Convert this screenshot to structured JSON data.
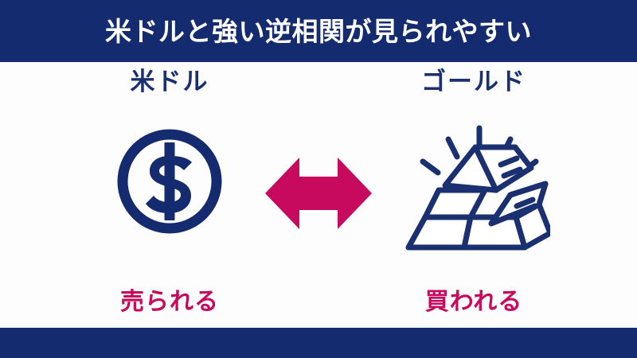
{
  "header": {
    "title": "米ドルと強い逆相関が見られやすい"
  },
  "left": {
    "label": "米ドル",
    "caption": "売られる",
    "icon": "dollar-coin-icon"
  },
  "center": {
    "icon": "double-headed-arrow-icon"
  },
  "right": {
    "label": "ゴールド",
    "caption": "買われる",
    "icon": "gold-bars-icon"
  },
  "colors": {
    "navy": "#152b70",
    "navy_text": "#1b3071",
    "magenta": "#c80a5e",
    "background": "#fdfdfd",
    "header_text": "#ffffff"
  }
}
